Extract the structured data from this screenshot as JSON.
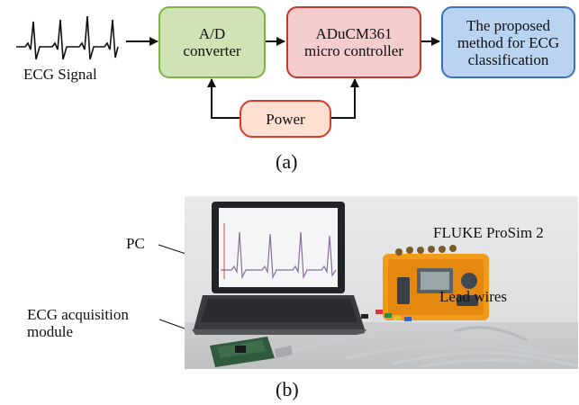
{
  "part_a": {
    "signal_label": "ECG Signal",
    "adc_label": "A/D\nconverter",
    "mcu_label": "ADuCM361\nmicro controller",
    "method_label": "The proposed\nmethod for ECG\nclassification",
    "power_label": "Power",
    "caption": "(a)"
  },
  "part_b": {
    "pc_label": "PC",
    "fluke_label": "FLUKE ProSim 2",
    "lead_label": "Lead wires",
    "acq_label": "ECG acquisition\nmodule",
    "caption": "(b)"
  },
  "colors": {
    "adc_fill": "#cfe3b4",
    "adc_border": "#7cb342",
    "mcu_fill": "#f4cccc",
    "mcu_border": "#c0392b",
    "method_fill": "#b9d3f0",
    "method_border": "#3a6fc4",
    "power_fill": "#fde0d2",
    "power_border": "#d93b2b"
  }
}
